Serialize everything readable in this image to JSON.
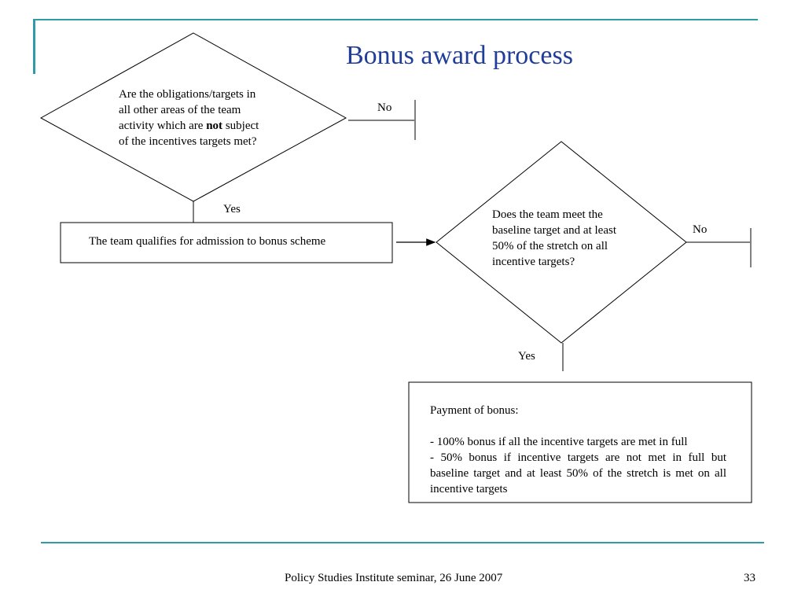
{
  "slide": {
    "title": "Bonus award process",
    "footer_left": "Policy Studies Institute seminar, 26 June 2007",
    "page_number": "33",
    "accent_color": "#2e9ba6",
    "title_color": "#1f3d99"
  },
  "diagram": {
    "decision1": {
      "line1": "Are the obligations/targets in",
      "line2": "all other areas of the team",
      "line3_pre": "activity which are ",
      "line3_bold": "not",
      "line3_post": " subject",
      "line4": "of the incentives targets met?"
    },
    "decision1_no": "No",
    "decision1_yes": "Yes",
    "qualify_box": "The team qualifies for admission to bonus scheme",
    "decision2": {
      "line1": "Does the team meet the",
      "line2": "baseline target and at least",
      "line3": "50% of the stretch on all",
      "line4": "incentive targets?"
    },
    "decision2_no": "No",
    "decision2_yes": "Yes",
    "payment_box": {
      "heading": "Payment of bonus:",
      "item1": "- 100% bonus if all the incentive targets are met in full",
      "item2": "- 50% bonus if incentive targets are not met in full but baseline target and at least 50% of the stretch is met on all incentive targets"
    }
  }
}
